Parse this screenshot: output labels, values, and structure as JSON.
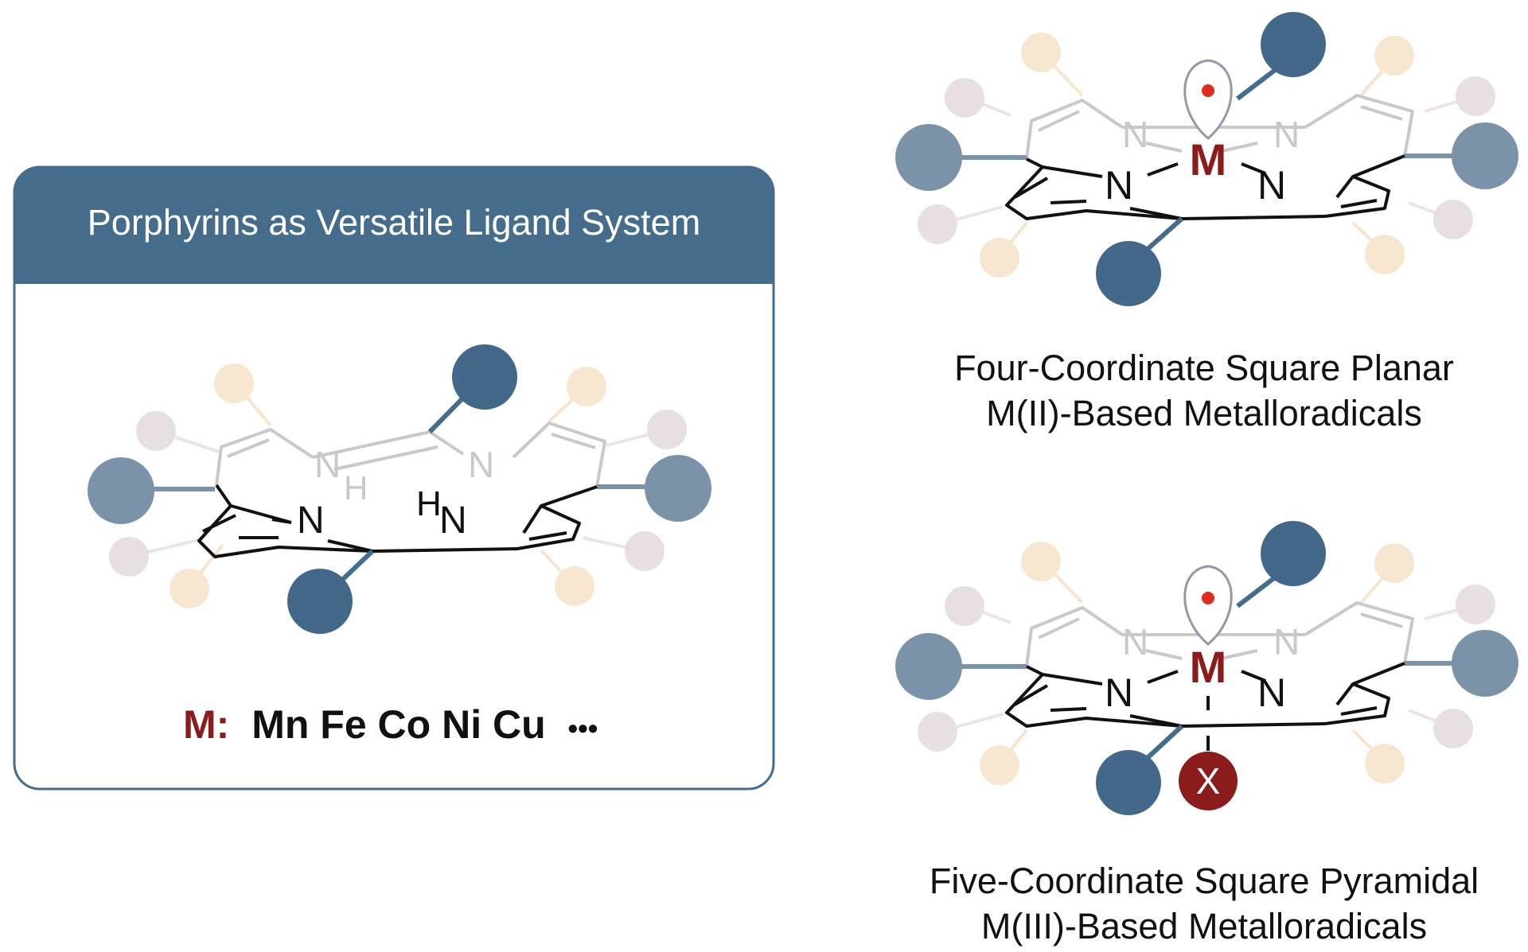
{
  "panel": {
    "title": "Porphyrins as Versatile Ligand System",
    "metal_label": "M:",
    "metals": "Mn Fe Co Ni Cu",
    "ellipsis": "•••"
  },
  "atoms": {
    "nitrogen": "N",
    "hydrogen": "H",
    "metal": "M",
    "axial_ligand": "X"
  },
  "structures": [
    {
      "caption_line1": "Four-Coordinate Square Planar",
      "caption_line2": "M(II)-Based Metalloradicals"
    },
    {
      "caption_line1": "Five-Coordinate Square Pyramidal",
      "caption_line2": "M(III)-Based Metalloradicals"
    }
  ],
  "colors": {
    "panel_blue": "#466c8c",
    "dark_blue_sub": "#44688a",
    "light_blue_sub": "#7b93a9",
    "beige_sub": "#f8e7d0",
    "pink_sub": "#e8dfe0",
    "metal_red": "#8b1c1c",
    "radical_red": "#e02b1d"
  }
}
